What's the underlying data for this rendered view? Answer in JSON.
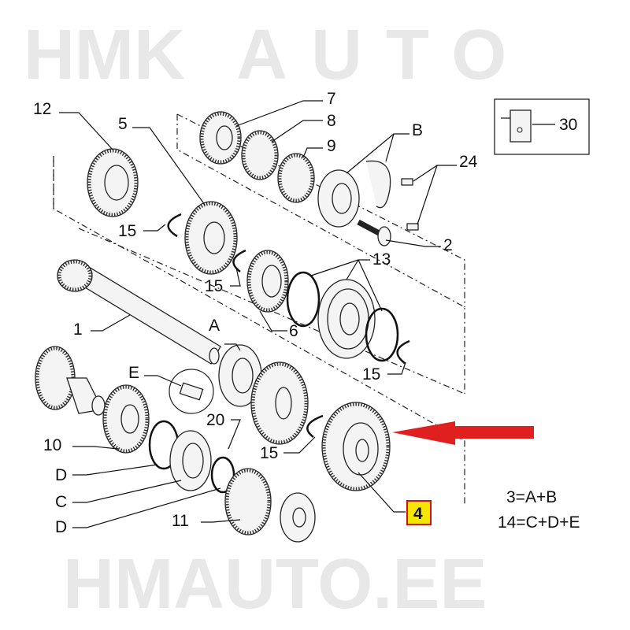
{
  "watermark": {
    "top": "HMK",
    "middle": "AUTO",
    "bottom": "HMAUTO.EE"
  },
  "callouts": {
    "p12": "12",
    "p5": "5",
    "p7": "7",
    "p8": "8",
    "p9": "9",
    "pB": "B",
    "p24": "24",
    "p30": "30",
    "p15a": "15",
    "p2": "2",
    "p15b": "15",
    "p13": "13",
    "p1": "1",
    "p6": "6",
    "pA": "A",
    "p15c": "15",
    "pE": "E",
    "p20": "20",
    "p10": "10",
    "p15d": "15",
    "pD1": "D",
    "pC": "C",
    "pD2": "D",
    "p11": "11",
    "p4": "4"
  },
  "legend": {
    "line1": "3=A+B",
    "line2": "14=C+D+E"
  },
  "colors": {
    "arrow": "#e0201e",
    "highlight": "#f5e600",
    "highlight_border": "#d01010"
  }
}
